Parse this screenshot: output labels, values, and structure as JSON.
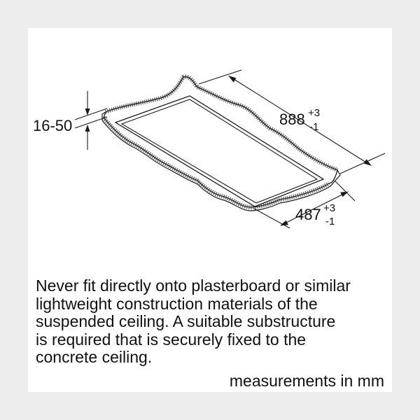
{
  "dimensions": {
    "thickness": {
      "value": "16-50"
    },
    "length": {
      "value": "888",
      "tol_upper": "+3",
      "tol_lower": "-1"
    },
    "width": {
      "value": "487",
      "tol_upper": "+3",
      "tol_lower": "-1"
    }
  },
  "note": {
    "lines": [
      "Never fit directly onto plasterboard or similar",
      "lightweight construction materials of the",
      "suspended ceiling. A suitable substructure",
      "is required that is securely fixed to the",
      "concrete ceiling."
    ]
  },
  "units_label": "measurements in mm"
}
